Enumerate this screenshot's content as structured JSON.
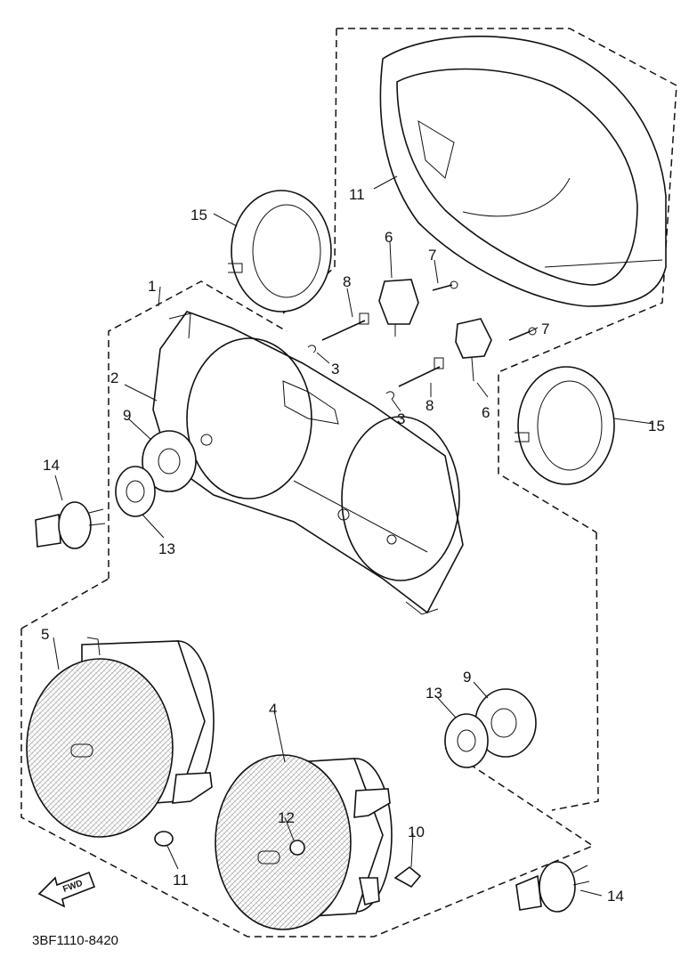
{
  "diagram": {
    "code": "3BF1110-8420",
    "fwd_label": "FWD",
    "callouts": [
      {
        "id": "c1",
        "text": "1"
      },
      {
        "id": "c2",
        "text": "2"
      },
      {
        "id": "c3a",
        "text": "3"
      },
      {
        "id": "c3b",
        "text": "3"
      },
      {
        "id": "c4",
        "text": "4"
      },
      {
        "id": "c5",
        "text": "5"
      },
      {
        "id": "c6a",
        "text": "6"
      },
      {
        "id": "c6b",
        "text": "6"
      },
      {
        "id": "c7a",
        "text": "7"
      },
      {
        "id": "c7b",
        "text": "7"
      },
      {
        "id": "c8a",
        "text": "8"
      },
      {
        "id": "c8b",
        "text": "8"
      },
      {
        "id": "c9a",
        "text": "9"
      },
      {
        "id": "c9b",
        "text": "9"
      },
      {
        "id": "c10",
        "text": "10"
      },
      {
        "id": "c11a",
        "text": "11"
      },
      {
        "id": "c11b",
        "text": "11"
      },
      {
        "id": "c12",
        "text": "12"
      },
      {
        "id": "c13a",
        "text": "13"
      },
      {
        "id": "c13b",
        "text": "13"
      },
      {
        "id": "c14a",
        "text": "14"
      },
      {
        "id": "c14b",
        "text": "14"
      },
      {
        "id": "c15a",
        "text": "15"
      },
      {
        "id": "c15b",
        "text": "15"
      }
    ]
  }
}
